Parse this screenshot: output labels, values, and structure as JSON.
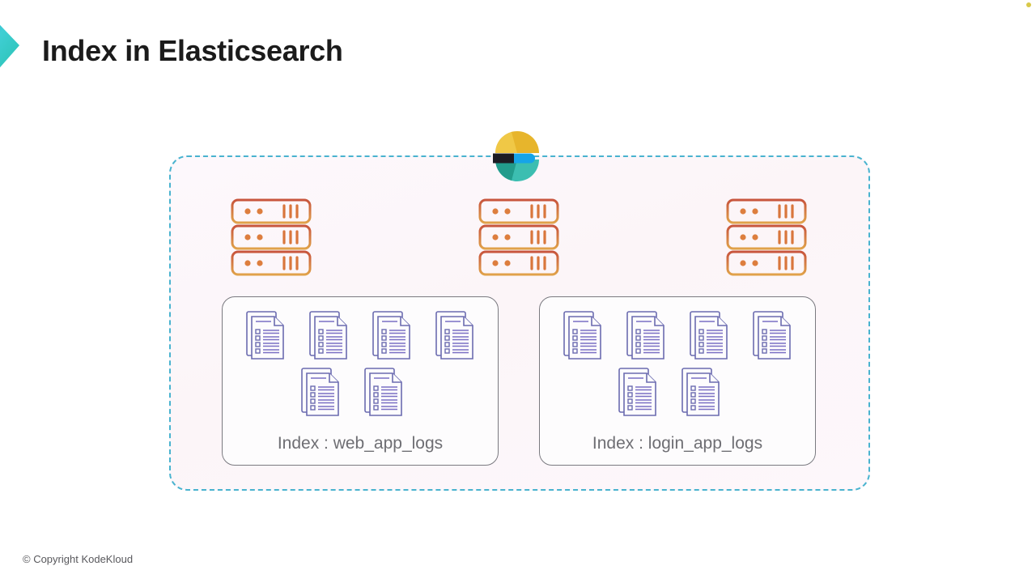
{
  "slide": {
    "title": "Index in Elasticsearch",
    "footer": "© Copyright KodeKloud",
    "background": "#ffffff"
  },
  "branding": {
    "chevron_icon": "chevron-right-logo",
    "chevron_colors": [
      "#2f9fd0",
      "#3fd0d0",
      "#30c5bd"
    ],
    "accent_dot_color": "#d9c94a"
  },
  "cluster": {
    "border_style": "dashed",
    "border_color": "#49b3cf",
    "fill_color": "#fdf7fb",
    "logo": {
      "name": "elasticsearch-logo",
      "colors": {
        "top_arc": "#e7b52c",
        "top_arc_light": "#f3cd4f",
        "mid_dark": "#1c1c23",
        "mid_blue": "#16a4e8",
        "bottom_arc": "#3cbeb1",
        "bottom_arc_dark": "#1f9e8d"
      }
    },
    "nodes": [
      {
        "name": "server-rack-1",
        "icon": "server-rack-icon",
        "units": 3
      },
      {
        "name": "server-rack-2",
        "icon": "server-rack-icon",
        "units": 3
      },
      {
        "name": "server-rack-3",
        "icon": "server-rack-icon",
        "units": 3
      }
    ],
    "node_colors": {
      "top": "#c8553d",
      "bottom": "#e0a24a",
      "dot": "#e2803c"
    },
    "indices": [
      {
        "label": "Index : web_app_logs",
        "doc_icon": "document-list-icon",
        "doc_color": "#6b6bb0",
        "rows": [
          4,
          2
        ],
        "total_documents": 6
      },
      {
        "label": "Index : login_app_logs",
        "doc_icon": "document-list-icon",
        "doc_color": "#6b6bb0",
        "rows": [
          4,
          2
        ],
        "total_documents": 6
      }
    ]
  }
}
